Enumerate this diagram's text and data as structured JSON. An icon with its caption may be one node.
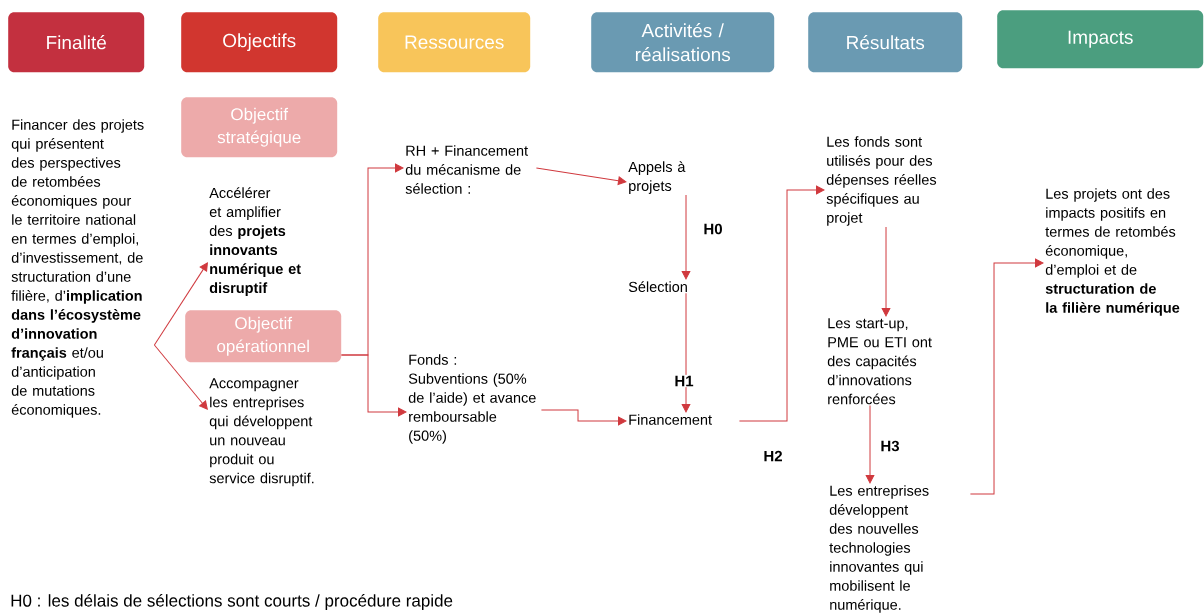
{
  "diagram": {
    "nodes": [
      {
        "text": [
          "Finalité"
        ]
      },
      {
        "text": [
          "Objectifs"
        ]
      },
      {
        "text": [
          "Ressources"
        ]
      },
      {
        "text": [
          "Activités / réalisations"
        ]
      },
      {
        "text": [
          "Résultats"
        ]
      },
      {
        "text": [
          "Impacts"
        ]
      },
      {
        "text": [
          "Financer des projets qui présentent des perspectives de retombées économiques pour le territoire national en termes d’emploi, d’investissement, de structuration d’une filière, d’**implication dans l’écosystème d’innovation français** et/ou d’anticipation de mutations économiques."
        ]
      },
      {
        "text": [
          "Objectif stratégique"
        ]
      },
      {
        "text": [
          "Accélérer et amplifier des **projets innovants numérique et disruptif**"
        ]
      },
      {
        "text": [
          "Objectif opérationnel"
        ]
      },
      {
        "text": [
          "Accompagner les entreprises qui développent un nouveau produit ou service disruptif."
        ]
      },
      {
        "text": [
          "RH + Financement du mécanisme de sélection :"
        ]
      },
      {
        "text": [
          "Fonds : Subventions (50% de l’aide) et avance remboursable (50%)"
        ]
      },
      {
        "text": [
          "Appels à projets"
        ]
      },
      {
        "text": [
          "Sélection"
        ]
      },
      {
        "text": [
          "Financement"
        ]
      },
      {
        "text": [
          "Les fonds sont utilisés pour des dépenses réelles spécifiques au projet"
        ]
      },
      {
        "text": [
          "Les start-up, PME ou ETI ont des capacités d’innovations renforcées"
        ]
      },
      {
        "text": [
          "Les entreprises développent des nouvelles technologies innovantes qui mobilisent le numérique."
        ]
      },
      {
        "text": [
          "Les projets ont des impacts positifs en termes de retombés économique, d’emploi et de **structuration de la filière numérique**"
        ]
      }
    ],
    "edges": [
      {
        "from": 6,
        "to": 8,
        "arrow": "to"
      },
      {
        "from": 6,
        "to": 10,
        "arrow": "to"
      },
      {
        "from": 9,
        "to": 11,
        "arrow": "to"
      },
      {
        "from": 9,
        "to": 12,
        "arrow": "to"
      },
      {
        "from": 11,
        "to": 13,
        "arrow": "to"
      },
      {
        "from": 12,
        "to": 15,
        "arrow": "to"
      },
      {
        "from": 13,
        "to": 14,
        "arrow": "to",
        "label": "H0"
      },
      {
        "from": 14,
        "to": 15,
        "arrow": "to",
        "label": "H1"
      },
      {
        "from": 15,
        "to": 16,
        "arrow": "to",
        "label": "H2"
      },
      {
        "from": 16,
        "to": 17,
        "arrow": "to"
      },
      {
        "from": 17,
        "to": 18,
        "arrow": "to",
        "label": "H3"
      },
      {
        "from": 18,
        "to": 19,
        "arrow": "to"
      }
    ],
    "labels": [
      "H0 : les délais de sélections sont courts / procédure rapide"
    ]
  }
}
